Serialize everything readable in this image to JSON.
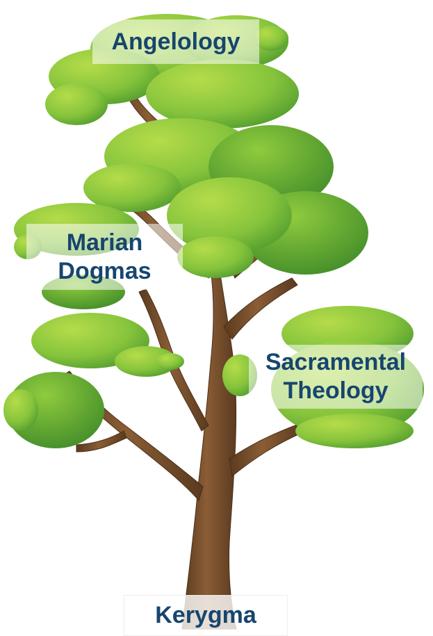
{
  "labels": {
    "top": "Angelology",
    "left_line1": "Marian",
    "left_line2": "Dogmas",
    "right_line1": "Sacramental",
    "right_line2": "Theology",
    "bottom": "Kerygma"
  },
  "colors": {
    "label_text": "#17456f",
    "trunk": "#7a5130",
    "trunk_dark": "#5a3a1f",
    "leaf_light": "#a6d13b",
    "leaf_mid": "#7cc13a",
    "leaf_dark": "#4e9a2e"
  }
}
